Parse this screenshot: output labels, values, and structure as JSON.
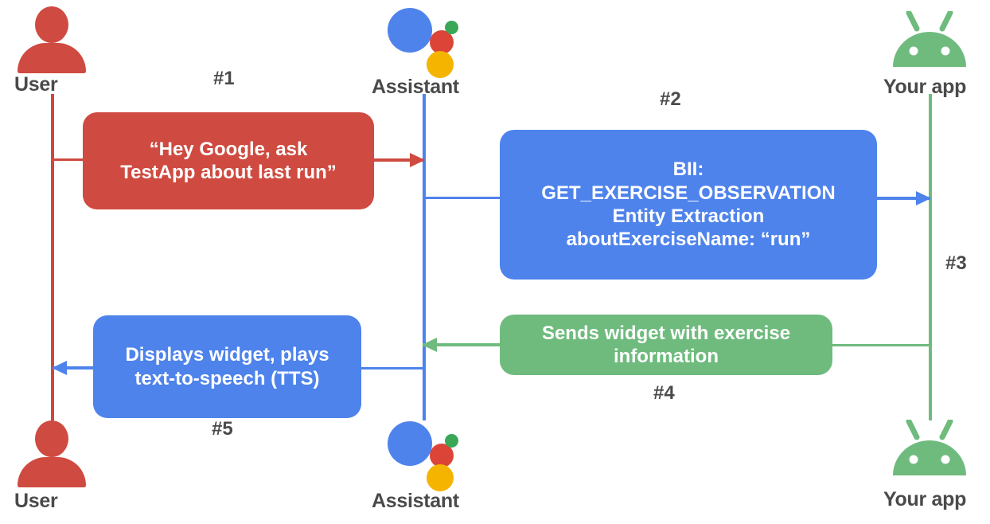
{
  "diagram": {
    "type": "sequence-diagram",
    "title": "Google Assistant App Actions interaction flow",
    "colors": {
      "user_red": "#CF4A40",
      "assistant_blue": "#4E83EC",
      "app_green": "#6FBB7E",
      "label_gray": "#4a4a4a",
      "assistant_dot_red": "#DB4437",
      "assistant_dot_green": "#3AA757",
      "assistant_dot_yellow": "#F4B400",
      "background": "#FFFFFF"
    }
  },
  "actors": {
    "user": {
      "label": "User",
      "icon": "user-avatar-icon",
      "color": "#CF4A40"
    },
    "assistant": {
      "label": "Assistant",
      "icon": "google-assistant-icon",
      "color": "#4E83EC"
    },
    "app": {
      "label": "Your app",
      "icon": "android-robot-icon",
      "color": "#6FBB7E"
    }
  },
  "messages": [
    {
      "id": "msg1",
      "step": "#1",
      "from": "user",
      "to": "assistant",
      "color": "#CF4A40",
      "lines": [
        "“Hey Google, ask",
        "TestApp about last run”"
      ]
    },
    {
      "id": "msg2",
      "step": "#2",
      "from": "assistant",
      "to": "app",
      "color": "#4E83EC",
      "lines": [
        "BII:",
        "GET_EXERCISE_OBSERVATION",
        "Entity Extraction",
        "aboutExerciseName: “run”"
      ]
    },
    {
      "id": "msg3",
      "step": "#3",
      "from": "assistant",
      "to": "app",
      "color": "#6FBB7E",
      "lines": []
    },
    {
      "id": "msg4",
      "step": "#4",
      "from": "app",
      "to": "assistant",
      "color": "#6FBB7E",
      "lines": [
        "Sends widget with exercise",
        "information"
      ]
    },
    {
      "id": "msg5",
      "step": "#5",
      "from": "assistant",
      "to": "user",
      "color": "#4E83EC",
      "lines": [
        "Displays widget, plays",
        "text-to-speech (TTS)"
      ]
    }
  ],
  "steps": {
    "s1": "#1",
    "s2": "#2",
    "s3": "#3",
    "s4": "#4",
    "s5": "#5"
  }
}
